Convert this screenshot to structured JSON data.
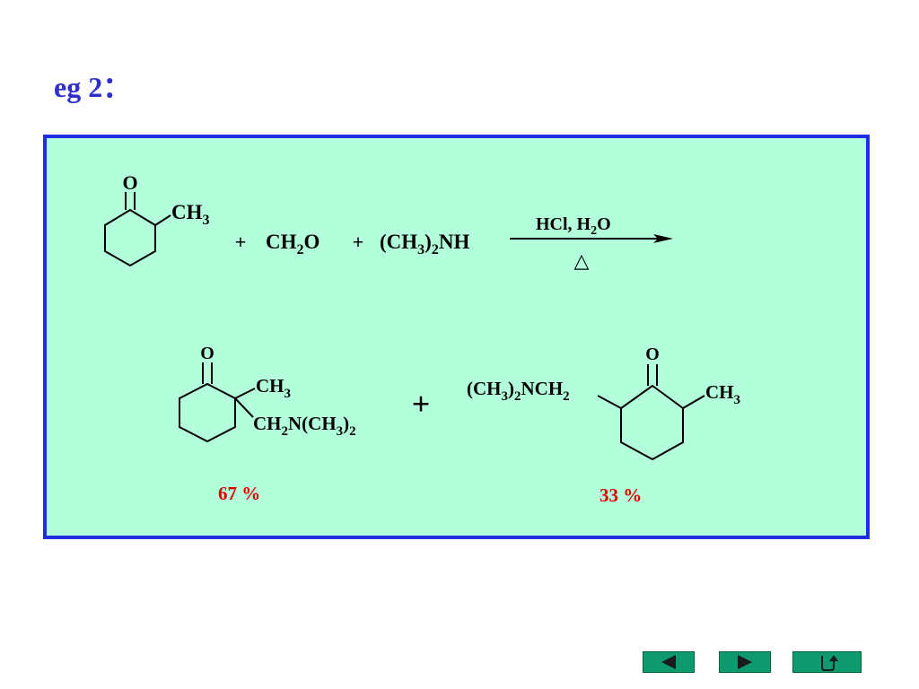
{
  "title": "eg 2：",
  "reactant": {
    "o": "O",
    "ch3": "CH",
    "ch3_sub": "3",
    "plus1": "+",
    "ch2o_a": "CH",
    "ch2o_sub": "2",
    "ch2o_b": "O",
    "plus2": "+",
    "amine_a": "(CH",
    "amine_sub1": "3",
    "amine_b": ")",
    "amine_sub2": "2",
    "amine_c": "NH"
  },
  "conditions": {
    "reagent_a": "HCl, H",
    "reagent_sub": "2",
    "reagent_b": "O",
    "heat": "△"
  },
  "product1": {
    "o": "O",
    "ch3": "CH",
    "ch3_sub": "3",
    "side_a": "CH",
    "side_sub1": "2",
    "side_b": "N(CH",
    "side_sub2": "3",
    "side_c": ")",
    "side_sub3": "2",
    "yield": "67 %"
  },
  "plus_big": "+",
  "product2": {
    "o": "O",
    "side_a": "(CH",
    "side_sub1": "3",
    "side_b": ")",
    "side_sub2": "2",
    "side_c": "NCH",
    "side_sub3": "2",
    "ch3": "CH",
    "ch3_sub": "3",
    "yield": "33 %"
  },
  "nav": {
    "prev_icon": "left-triangle",
    "next_icon": "right-triangle",
    "return_icon": "return-arrow"
  }
}
